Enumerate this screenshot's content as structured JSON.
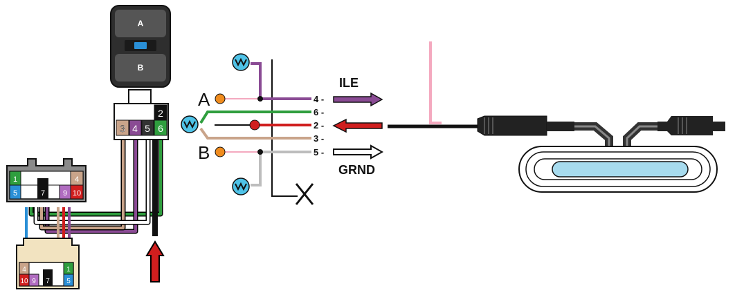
{
  "switch": {
    "label_a": "A",
    "label_b": "B"
  },
  "switch_connector": {
    "pin_3": "3",
    "pin_4": "4",
    "pin_5": "5",
    "pin_2_mark": "2",
    "pin_6": "6"
  },
  "harness_connector": {
    "pin_1": "1",
    "pin_5": "5",
    "pin_7": "7",
    "pin_9": "9",
    "pin_4": "4",
    "pin_10": "10"
  },
  "plug_connector": {
    "pin_4": "4",
    "pin_10": "10",
    "pin_9": "9",
    "pin_7": "7",
    "pin_1": "1",
    "pin_5": "5"
  },
  "schematic": {
    "node_a": "A",
    "node_b": "B",
    "wire_4": "4 -",
    "wire_6": "6 -",
    "wire_2": "2 -",
    "wire_3": "3 -",
    "wire_5": "5 -",
    "label_ile": "ILE",
    "label_grnd": "GRND"
  },
  "colors": {
    "purple": "#8a4b94",
    "green": "#2f9e3e",
    "red": "#d01e1e",
    "tan": "#c9a48a",
    "grey": "#bdbdbd",
    "pink": "#f4a9bf",
    "blue": "#2a8fd6",
    "orange": "#f08c1e",
    "cyan": "#4fc3e8",
    "light_blue": "#a7dbee",
    "black": "#111111"
  }
}
